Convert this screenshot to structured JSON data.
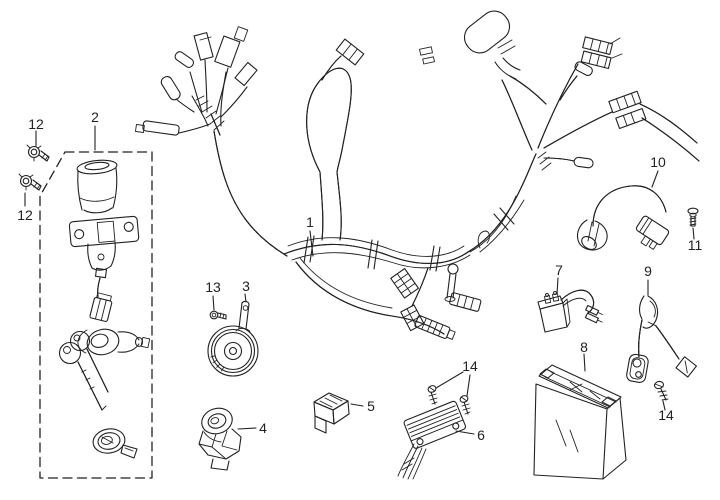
{
  "diagram": {
    "kind": "exploded-parts-diagram",
    "subject": "wiring harness and electrical components",
    "background_color": "#ffffff",
    "line_color": "#222222",
    "label_color": "#222222",
    "callout_count": 16
  },
  "callouts": [
    {
      "label": "1"
    },
    {
      "label": "2"
    },
    {
      "label": "3"
    },
    {
      "label": "4"
    },
    {
      "label": "5"
    },
    {
      "label": "6"
    },
    {
      "label": "7"
    },
    {
      "label": "8"
    },
    {
      "label": "9"
    },
    {
      "label": "10"
    },
    {
      "label": "11"
    },
    {
      "label": "12"
    },
    {
      "label": "12"
    },
    {
      "label": "13"
    },
    {
      "label": "14"
    },
    {
      "label": "14"
    }
  ]
}
